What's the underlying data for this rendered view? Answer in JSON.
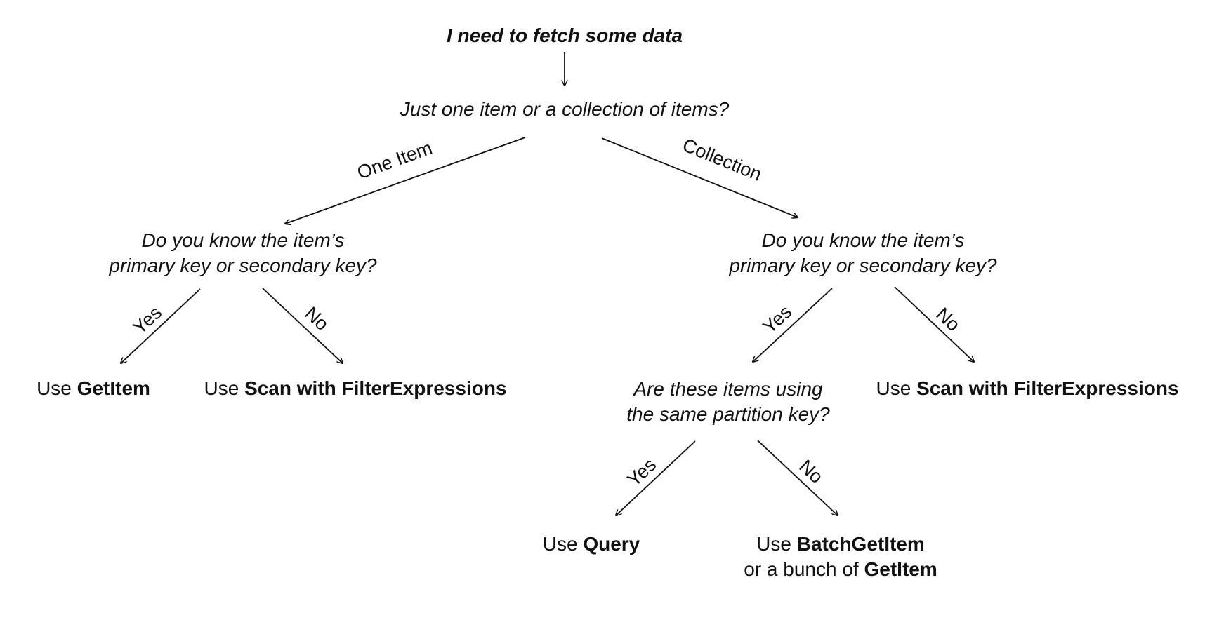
{
  "root": "I need to fetch some data",
  "q1": "Just one item or a collection of items?",
  "branches": {
    "one_item": "One Item",
    "collection": "Collection"
  },
  "q2_left": {
    "line1": "Do you know the item’s",
    "line2": "primary key or secondary key?"
  },
  "q2_right": {
    "line1": "Do you know the item’s",
    "line2": "primary key or secondary key?"
  },
  "q3": {
    "line1": "Are these items using",
    "line2": "the same partition key?"
  },
  "yes": "Yes",
  "no": "No",
  "use": "Use",
  "or_a_bunch_of": "or a bunch of",
  "ops": {
    "getitem": "GetItem",
    "scan": "Scan with FilterExpressions",
    "query": "Query",
    "batchgetitem": "BatchGetItem"
  }
}
